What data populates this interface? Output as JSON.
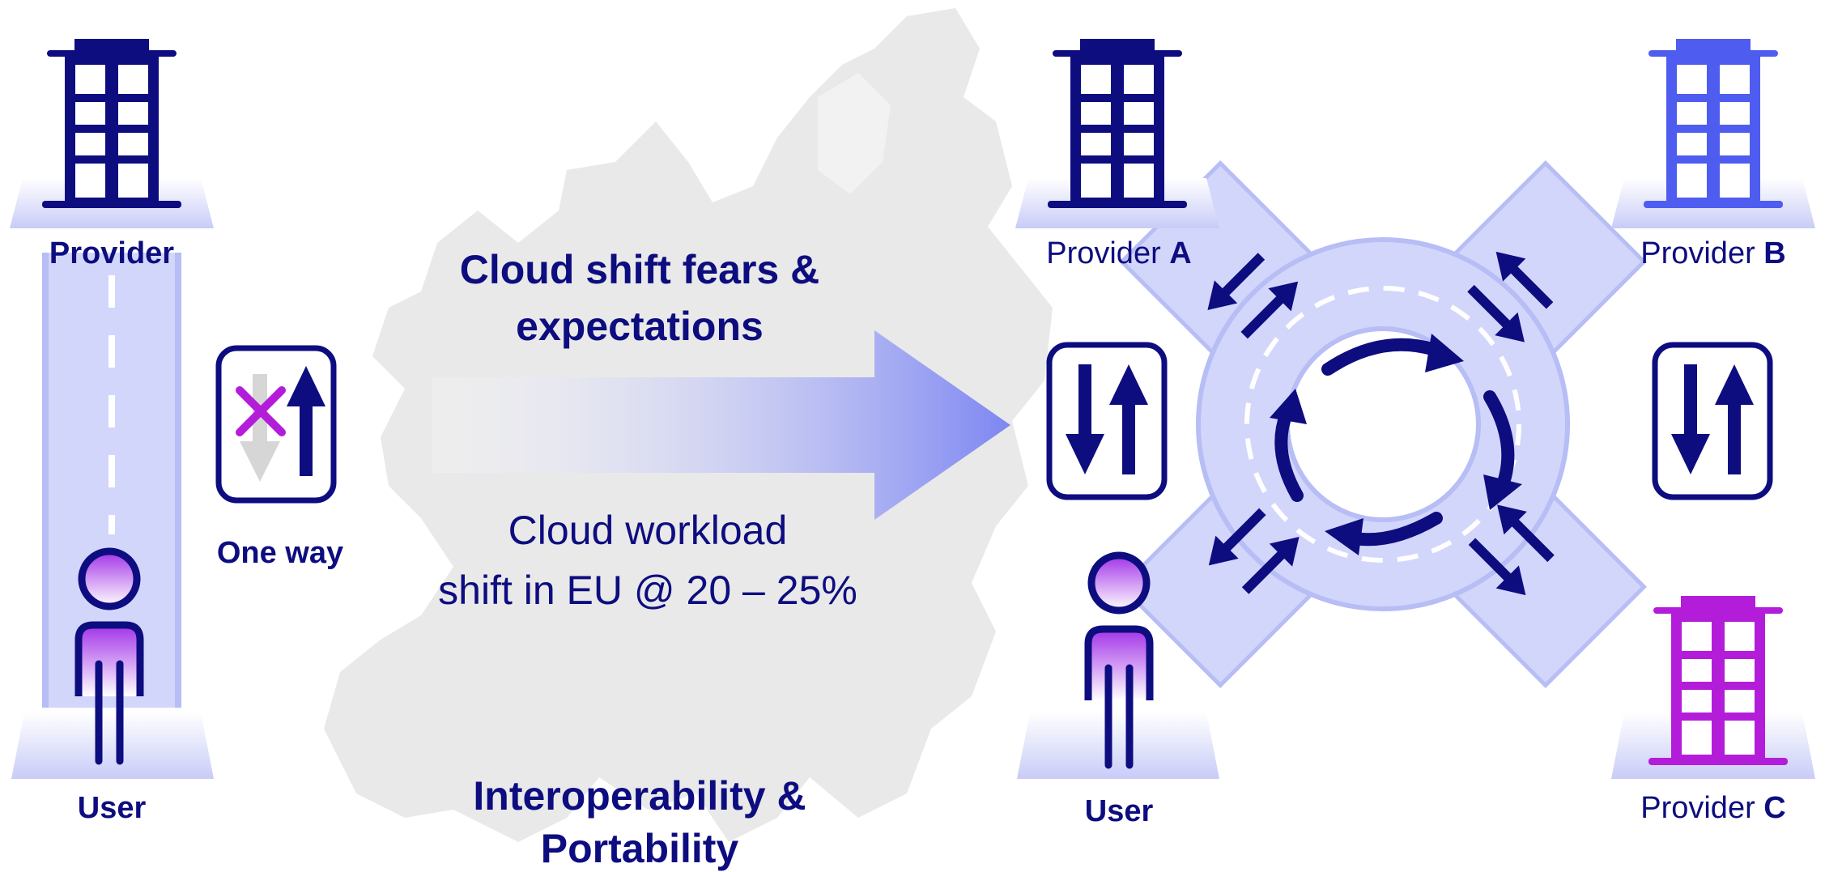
{
  "left": {
    "provider_label": "Provider",
    "user_label": "User",
    "sign_caption": "One way"
  },
  "middle": {
    "headline_line1": "Cloud shift fears &",
    "headline_line2": "expectations",
    "stat_line1": "Cloud workload",
    "stat_line2": "shift in EU @ 20 – 25%",
    "footer_line1": "Interoperability &",
    "footer_line2": "Portability"
  },
  "right": {
    "provider_a_prefix": "Provider ",
    "provider_a_letter": "A",
    "provider_b_prefix": "Provider ",
    "provider_b_letter": "B",
    "provider_c_prefix": "Provider ",
    "provider_c_letter": "C",
    "user_label": "User"
  },
  "colors": {
    "navy": "#0d0d80",
    "blue": "#4f5cf0",
    "magenta": "#b31dd9",
    "road": "#d3d6fb",
    "road_edge": "#b7bdf5",
    "map": "#e9e9e9"
  }
}
